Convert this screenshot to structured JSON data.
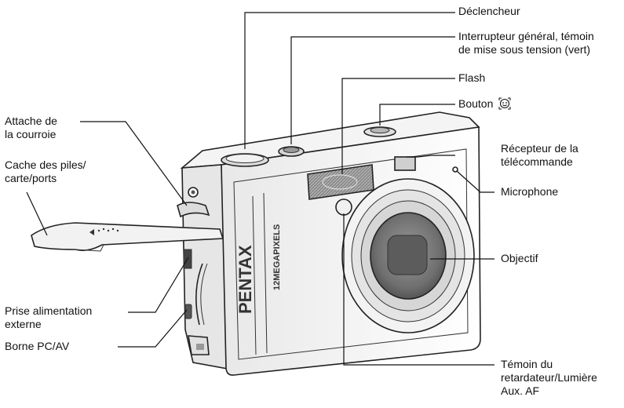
{
  "diagram": {
    "brand": "PENTAX",
    "model_marking": "12MEGAPIXELS",
    "labels": {
      "shutter": "Déclencheur",
      "power_line1": "Interrupteur général, témoin",
      "power_line2": "de mise sous tension (vert)",
      "flash": "Flash",
      "face_button": "Bouton",
      "remote_line1": "Récepteur de la",
      "remote_line2": "télécommande",
      "microphone": "Microphone",
      "lens": "Objectif",
      "selftimer_line1": "Témoin du",
      "selftimer_line2": "retardateur/Lumière",
      "selftimer_line3": "Aux. AF",
      "strap_line1": "Attache de",
      "strap_line2": "la courroie",
      "cover_line1": "Cache des piles/",
      "cover_line2": "carte/ports",
      "dc_line1": "Prise alimentation",
      "dc_line2": "externe",
      "pcav": "Borne PC/AV"
    }
  }
}
